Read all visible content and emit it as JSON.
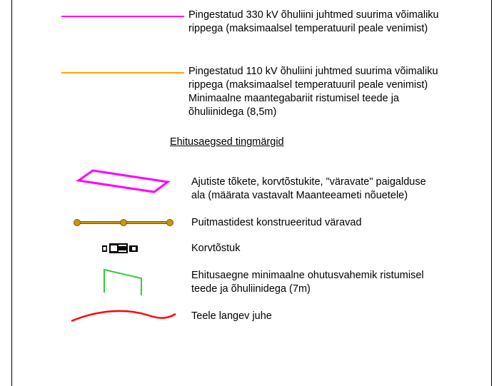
{
  "legend": {
    "items": [
      {
        "symbol": "magenta-line",
        "color": "#ff00ff",
        "lines": [
          "Pingestatud 330 kV õhuliini juhtmed suurima võimaliku",
          "rippega (maksimaalsel temperatuuril peale venimist)"
        ]
      },
      {
        "symbol": "orange-line",
        "color": "#ffa500",
        "lines": [
          "Pingestatud 110 kV õhuliini juhtmed suurima võimaliku",
          "rippega (maksimaalsel temperatuuril peale venimist)",
          "Minimaalne maantegabariit ristumisel teede ja",
          "õhuliinidega (8,5m)"
        ]
      }
    ]
  },
  "construction": {
    "heading": "Ehitusaegsed tingmärgid",
    "items": [
      {
        "symbol": "magenta-parallelogram",
        "color": "#ff00ff",
        "lines": [
          "Ajutiste tõkete, korvtõstukite, \"väravate\" paigalduse",
          "ala (määrata vastavalt Maanteeameti nõuetele)"
        ]
      },
      {
        "symbol": "wooden-gate",
        "color": "#c8960c",
        "lines": [
          "Puitmastidest konstrueeritud väravad"
        ]
      },
      {
        "symbol": "basket-lift",
        "color": "#000000",
        "lines": [
          "Korvtõstuk"
        ]
      },
      {
        "symbol": "green-clearance",
        "color": "#33cc33",
        "lines": [
          "Ehitusaegne minimaalne ohutusvahemik ristumisel",
          "teede ja õhuliinidega (7m)"
        ]
      },
      {
        "symbol": "red-wave",
        "color": "#ff0000",
        "lines": [
          "Teele langev juhe"
        ]
      }
    ]
  }
}
